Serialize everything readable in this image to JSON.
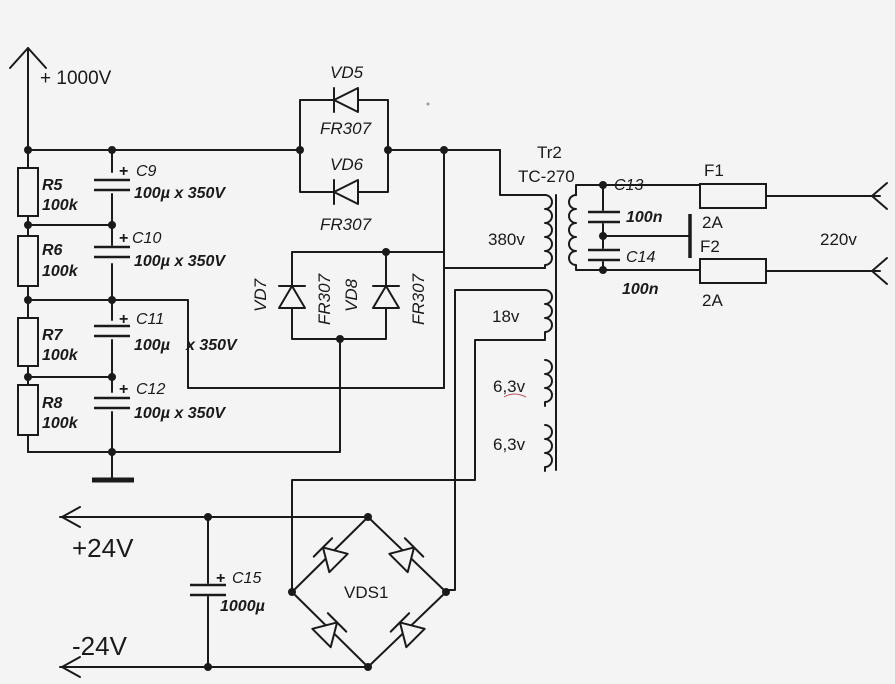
{
  "rails": {
    "hv": "+ 1000V",
    "pos24": "+24V",
    "neg24": "-24V",
    "mains": "220v"
  },
  "resistors": [
    {
      "name": "R5",
      "value": "100k"
    },
    {
      "name": "R6",
      "value": "100k"
    },
    {
      "name": "R7",
      "value": "100k"
    },
    {
      "name": "R8",
      "value": "100k"
    }
  ],
  "capacitors": [
    {
      "name": "C9",
      "value": "100µ x 350V"
    },
    {
      "name": "C10",
      "value": "100µ x 350V"
    },
    {
      "name": "C11",
      "value": "100µ",
      "value_extra": "x 350V"
    },
    {
      "name": "C12",
      "value": "100µ x 350V"
    }
  ],
  "plus_sign": "+",
  "diodes": {
    "vd5": {
      "name": "VD5",
      "part": "FR307"
    },
    "vd6": {
      "name": "VD6",
      "part": "FR307"
    },
    "vd7": {
      "name": "VD7",
      "part": "FR307"
    },
    "vd8": {
      "name": "VD8",
      "part": "FR307"
    }
  },
  "transformer": {
    "name": "Tr2",
    "model": "TC-270",
    "windings": [
      "380v",
      "18v",
      "6,3v",
      "6,3v"
    ]
  },
  "filter_caps": [
    {
      "name": "C13",
      "value": "100n"
    },
    {
      "name": "C14",
      "value": "100n"
    }
  ],
  "fuses": [
    {
      "name": "F1",
      "rating": "2A"
    },
    {
      "name": "F2",
      "rating": "2A"
    }
  ],
  "bridge": {
    "name": "VDS1"
  },
  "c15": {
    "name": "C15",
    "value": "1000µ"
  }
}
